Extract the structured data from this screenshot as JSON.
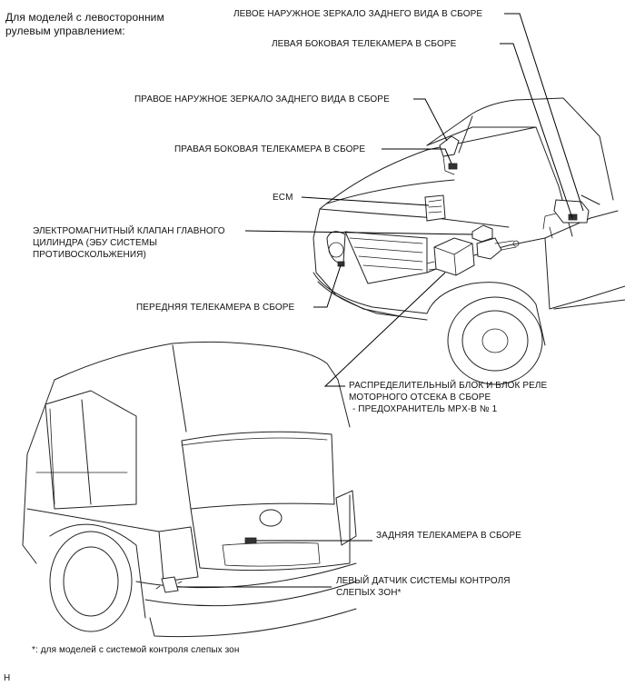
{
  "heading": {
    "line1": "Для моделей с левосторонним",
    "line2": "рулевым управлением:"
  },
  "labels": {
    "left_mirror": "ЛЕВОЕ НАРУЖНОЕ ЗЕРКАЛО ЗАДНЕГО ВИДА В СБОРЕ",
    "left_side_camera": "ЛЕВАЯ БОКОВАЯ ТЕЛЕКАМЕРА В СБОРЕ",
    "right_mirror": "ПРАВОЕ НАРУЖНОЕ ЗЕРКАЛО ЗАДНЕГО ВИДА В СБОРЕ",
    "right_side_camera": "ПРАВАЯ БОКОВАЯ ТЕЛЕКАМЕРА В СБОРЕ",
    "ecm": "ECM",
    "master_cylinder_valve": {
      "line1": "ЭЛЕКТРОМАГНИТНЫЙ КЛАПАН ГЛАВНОГО",
      "line2": "ЦИЛИНДРА (ЭБУ СИСТЕМЫ",
      "line3": "ПРОТИВОСКОЛЬЖЕНИЯ)"
    },
    "front_camera": "ПЕРЕДНЯЯ ТЕЛЕКАМЕРА В СБОРЕ",
    "relay_block": {
      "line1": "РАСПРЕДЕЛИТЕЛЬНЫЙ БЛОК И БЛОК РЕЛЕ",
      "line2": "МОТОРНОГО ОТСЕКА В СБОРЕ",
      "line3": "- ПРЕДОХРАНИТЕЛЬ MPX-B № 1"
    },
    "rear_camera": "ЗАДНЯЯ ТЕЛЕКАМЕРА В СБОРЕ",
    "blind_spot_sensor": {
      "line1": "ЛЕВЫЙ ДАТЧИК СИСТЕМЫ КОНТРОЛЯ",
      "line2": "СЛЕПЫХ ЗОН*"
    }
  },
  "footnote": "*: для моделей с системой контроля слепых зон",
  "corner_mark": "H"
}
